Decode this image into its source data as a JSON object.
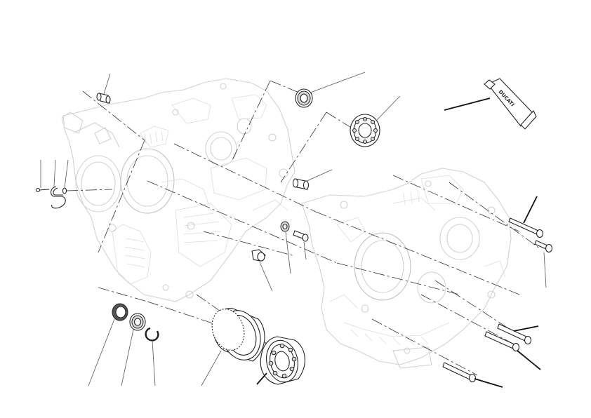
{
  "tube": {
    "brand": "DUCATI"
  },
  "parts": [
    "left-crankcase-half",
    "right-crankcase-half",
    "dowel-pin",
    "small-bearing",
    "large-main-bearing",
    "bushing",
    "hook-bracket",
    "screw",
    "washer",
    "sealing-ring",
    "plug",
    "oil-seal",
    "needle-bearing",
    "circlip",
    "bearing-sleeve",
    "roller-bearing",
    "long-bolt",
    "sealant-tube"
  ]
}
